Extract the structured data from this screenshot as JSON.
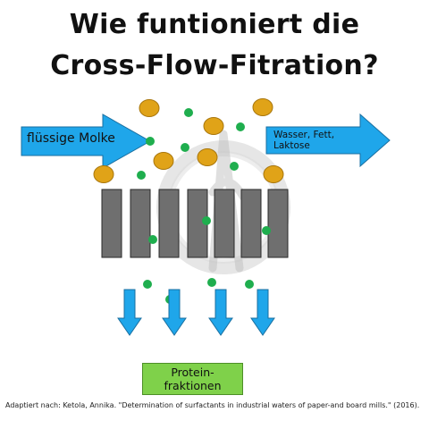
{
  "title": {
    "line1": "Wie funtioniert die",
    "line2": "Cross-Flow-Fitration?"
  },
  "inflow_label": "flüssige Molke",
  "outflow_label": {
    "line1": "Wasser, Fett,",
    "line2": "Laktose"
  },
  "result_label": {
    "line1": "Protein-",
    "line2": "fraktionen"
  },
  "footnote": "Adaptiert nach: Ketola, Annika. \"Determination of surfactants in industrial waters of paper-and board mills.\" (2016).",
  "colors": {
    "flow_arrow": "#1fa6ea",
    "membrane": "#6f6f6f",
    "large_particle": "#e0a318",
    "small_particle": "#1fae4e",
    "result_box": "#7fd14a",
    "watermark": "#9a9a9a"
  },
  "icons": [
    "large-particle-icon",
    "small-particle-icon",
    "down-arrow-icon",
    "watermark-logo-icon"
  ]
}
